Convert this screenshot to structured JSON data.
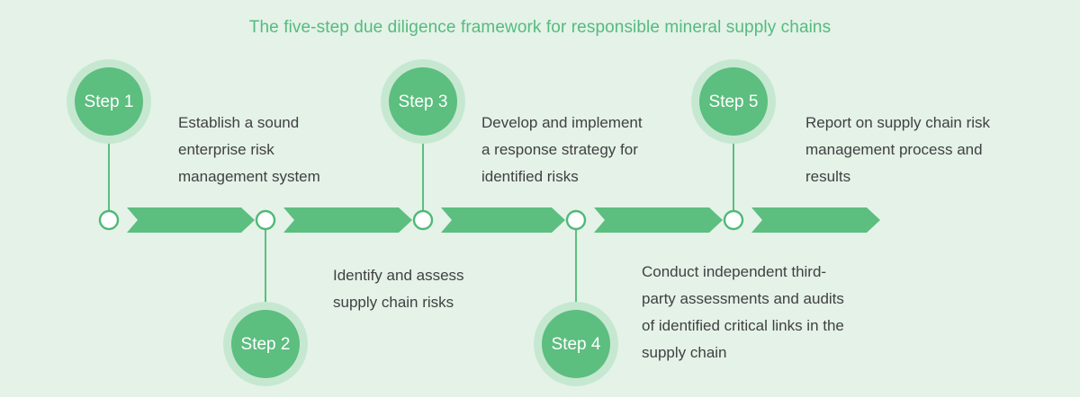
{
  "title": "The five-step due diligence framework for responsible mineral supply chains",
  "colors": {
    "background": "#e4f2e8",
    "accent_green": "#5cbe7f",
    "title_green": "#55bb7e",
    "halo_green": "#c6e8d1",
    "text_gray": "#414141",
    "node_fill": "#ffffff"
  },
  "steps": [
    {
      "label": "Step 1",
      "description": "Establish a sound\nenterprise risk\nmanagement system",
      "position": "above"
    },
    {
      "label": "Step 2",
      "description": "Identify and assess\nsupply chain risks",
      "position": "below"
    },
    {
      "label": "Step 3",
      "description": "Develop and implement\na response strategy for\nidentified risks",
      "position": "above"
    },
    {
      "label": "Step 4",
      "description": "Conduct independent third-\nparty assessments and audits\nof identified critical links in the\nsupply chain",
      "position": "below"
    },
    {
      "label": "Step 5",
      "description": "Report on supply chain risk\nmanagement process and\nresults",
      "position": "above"
    }
  ]
}
